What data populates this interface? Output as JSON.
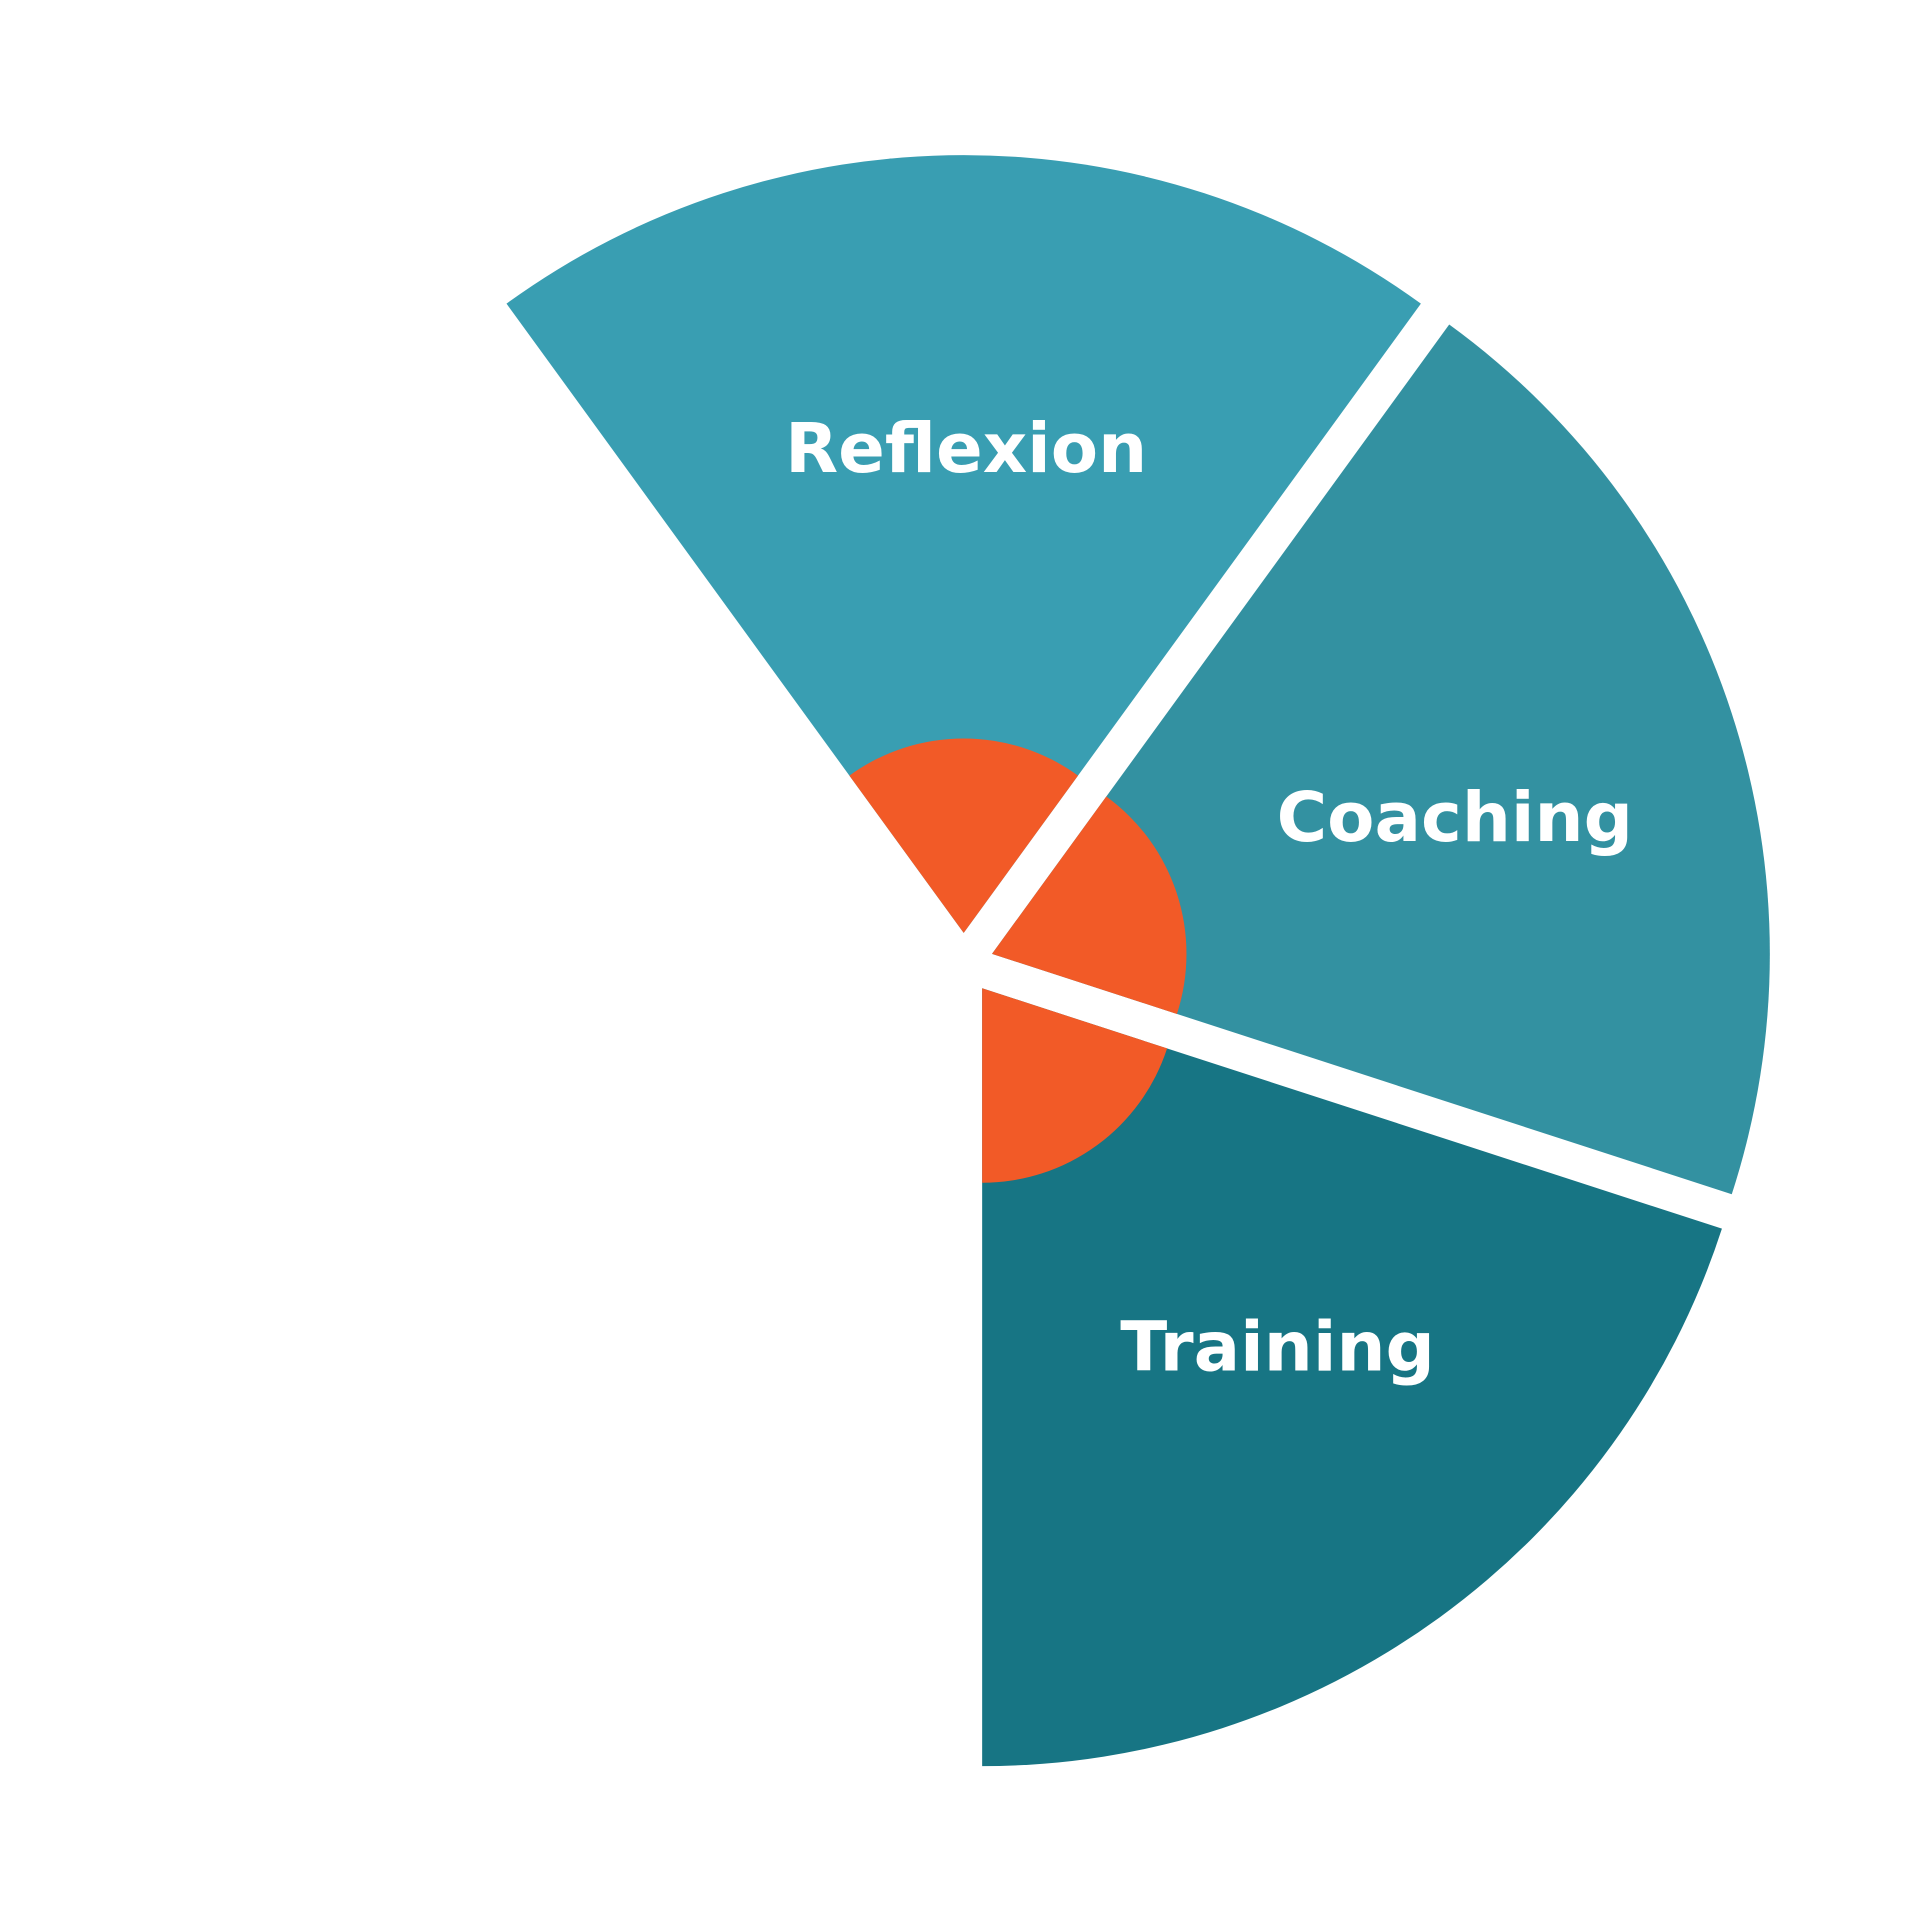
{
  "diagram": {
    "type": "partial-pie",
    "segments": [
      {
        "label": "Reflexion",
        "color": "#399eb2",
        "share_degrees": 72
      },
      {
        "label": "Coaching",
        "color": "#3391a1",
        "share_degrees": 72
      },
      {
        "label": "Training",
        "color": "#177584",
        "share_degrees": 72
      }
    ],
    "core_color": "#f25a27"
  }
}
